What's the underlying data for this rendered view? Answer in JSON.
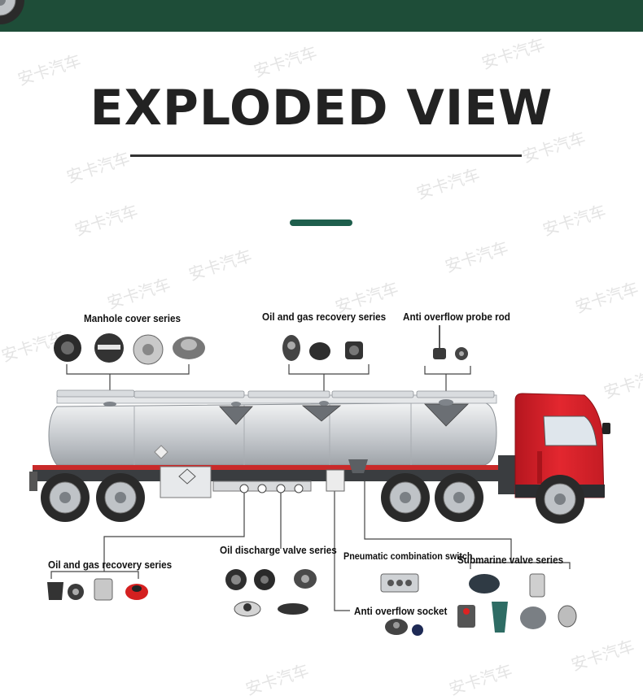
{
  "title": "EXPLODED VIEW",
  "watermark": "安卡汽车",
  "labels": {
    "manhole": "Manhole cover series",
    "oil_gas_top": "Oil and gas recovery series",
    "probe": "Anti overflow probe rod",
    "oil_gas_bottom": "Oil and gas recovery series",
    "discharge": "Oil discharge valve series",
    "pneumatic": "Pneumatic combination switch",
    "submarine": "Submarine valve series",
    "socket": "Anti overflow socket"
  },
  "colors": {
    "header_bar": "#1e4d38",
    "accent": "#1e5e4c",
    "cab_red": "#d8202a",
    "tank_silver": "#cfd2d6"
  }
}
